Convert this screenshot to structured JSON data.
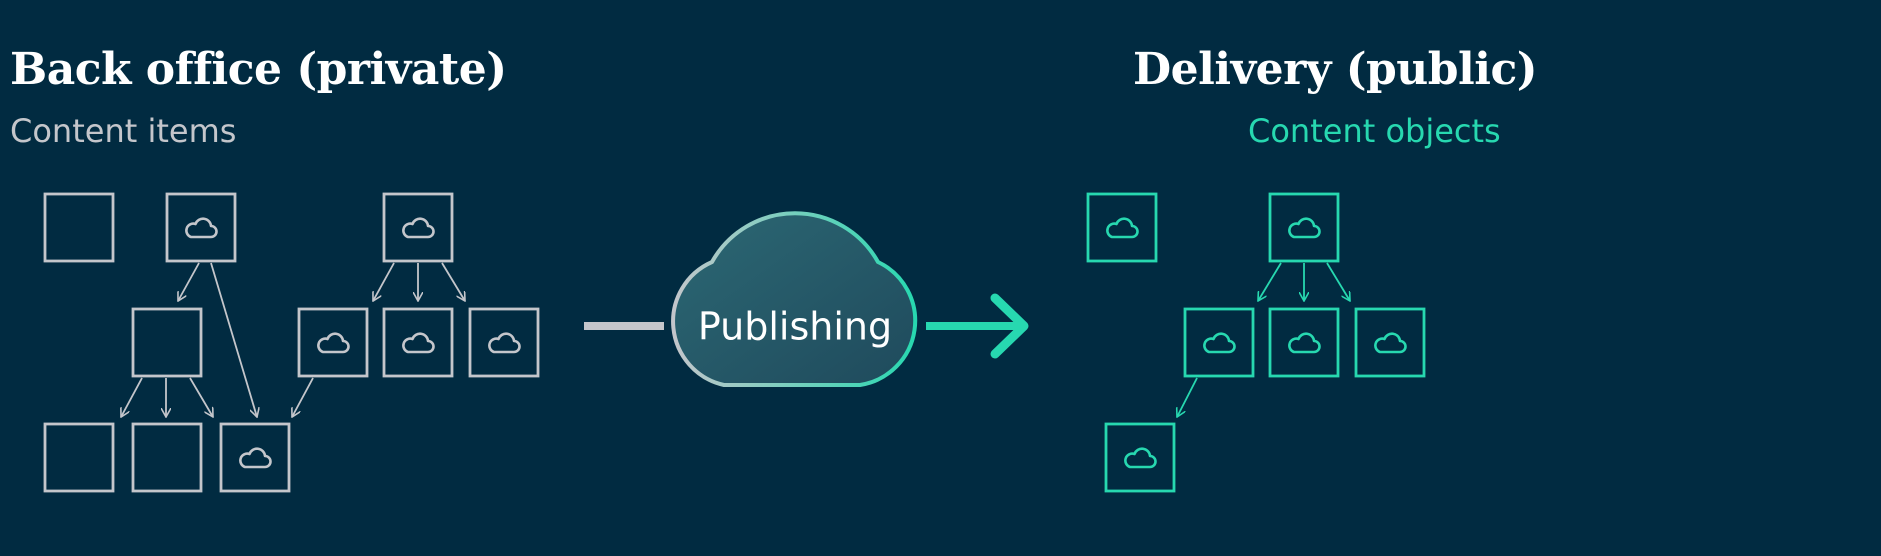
{
  "left_panel": {
    "title": "Back office (private)",
    "subtitle": "Content items",
    "color": "#c4c6cb"
  },
  "right_panel": {
    "title": "Delivery (public)",
    "subtitle": "Content objects",
    "color": "#27d8b0"
  },
  "process": {
    "label": "Publishing",
    "icon": "cloud-icon"
  },
  "colors": {
    "background": "#012b41",
    "private_stroke": "#c4c6cb",
    "public_stroke": "#27d8b0"
  }
}
